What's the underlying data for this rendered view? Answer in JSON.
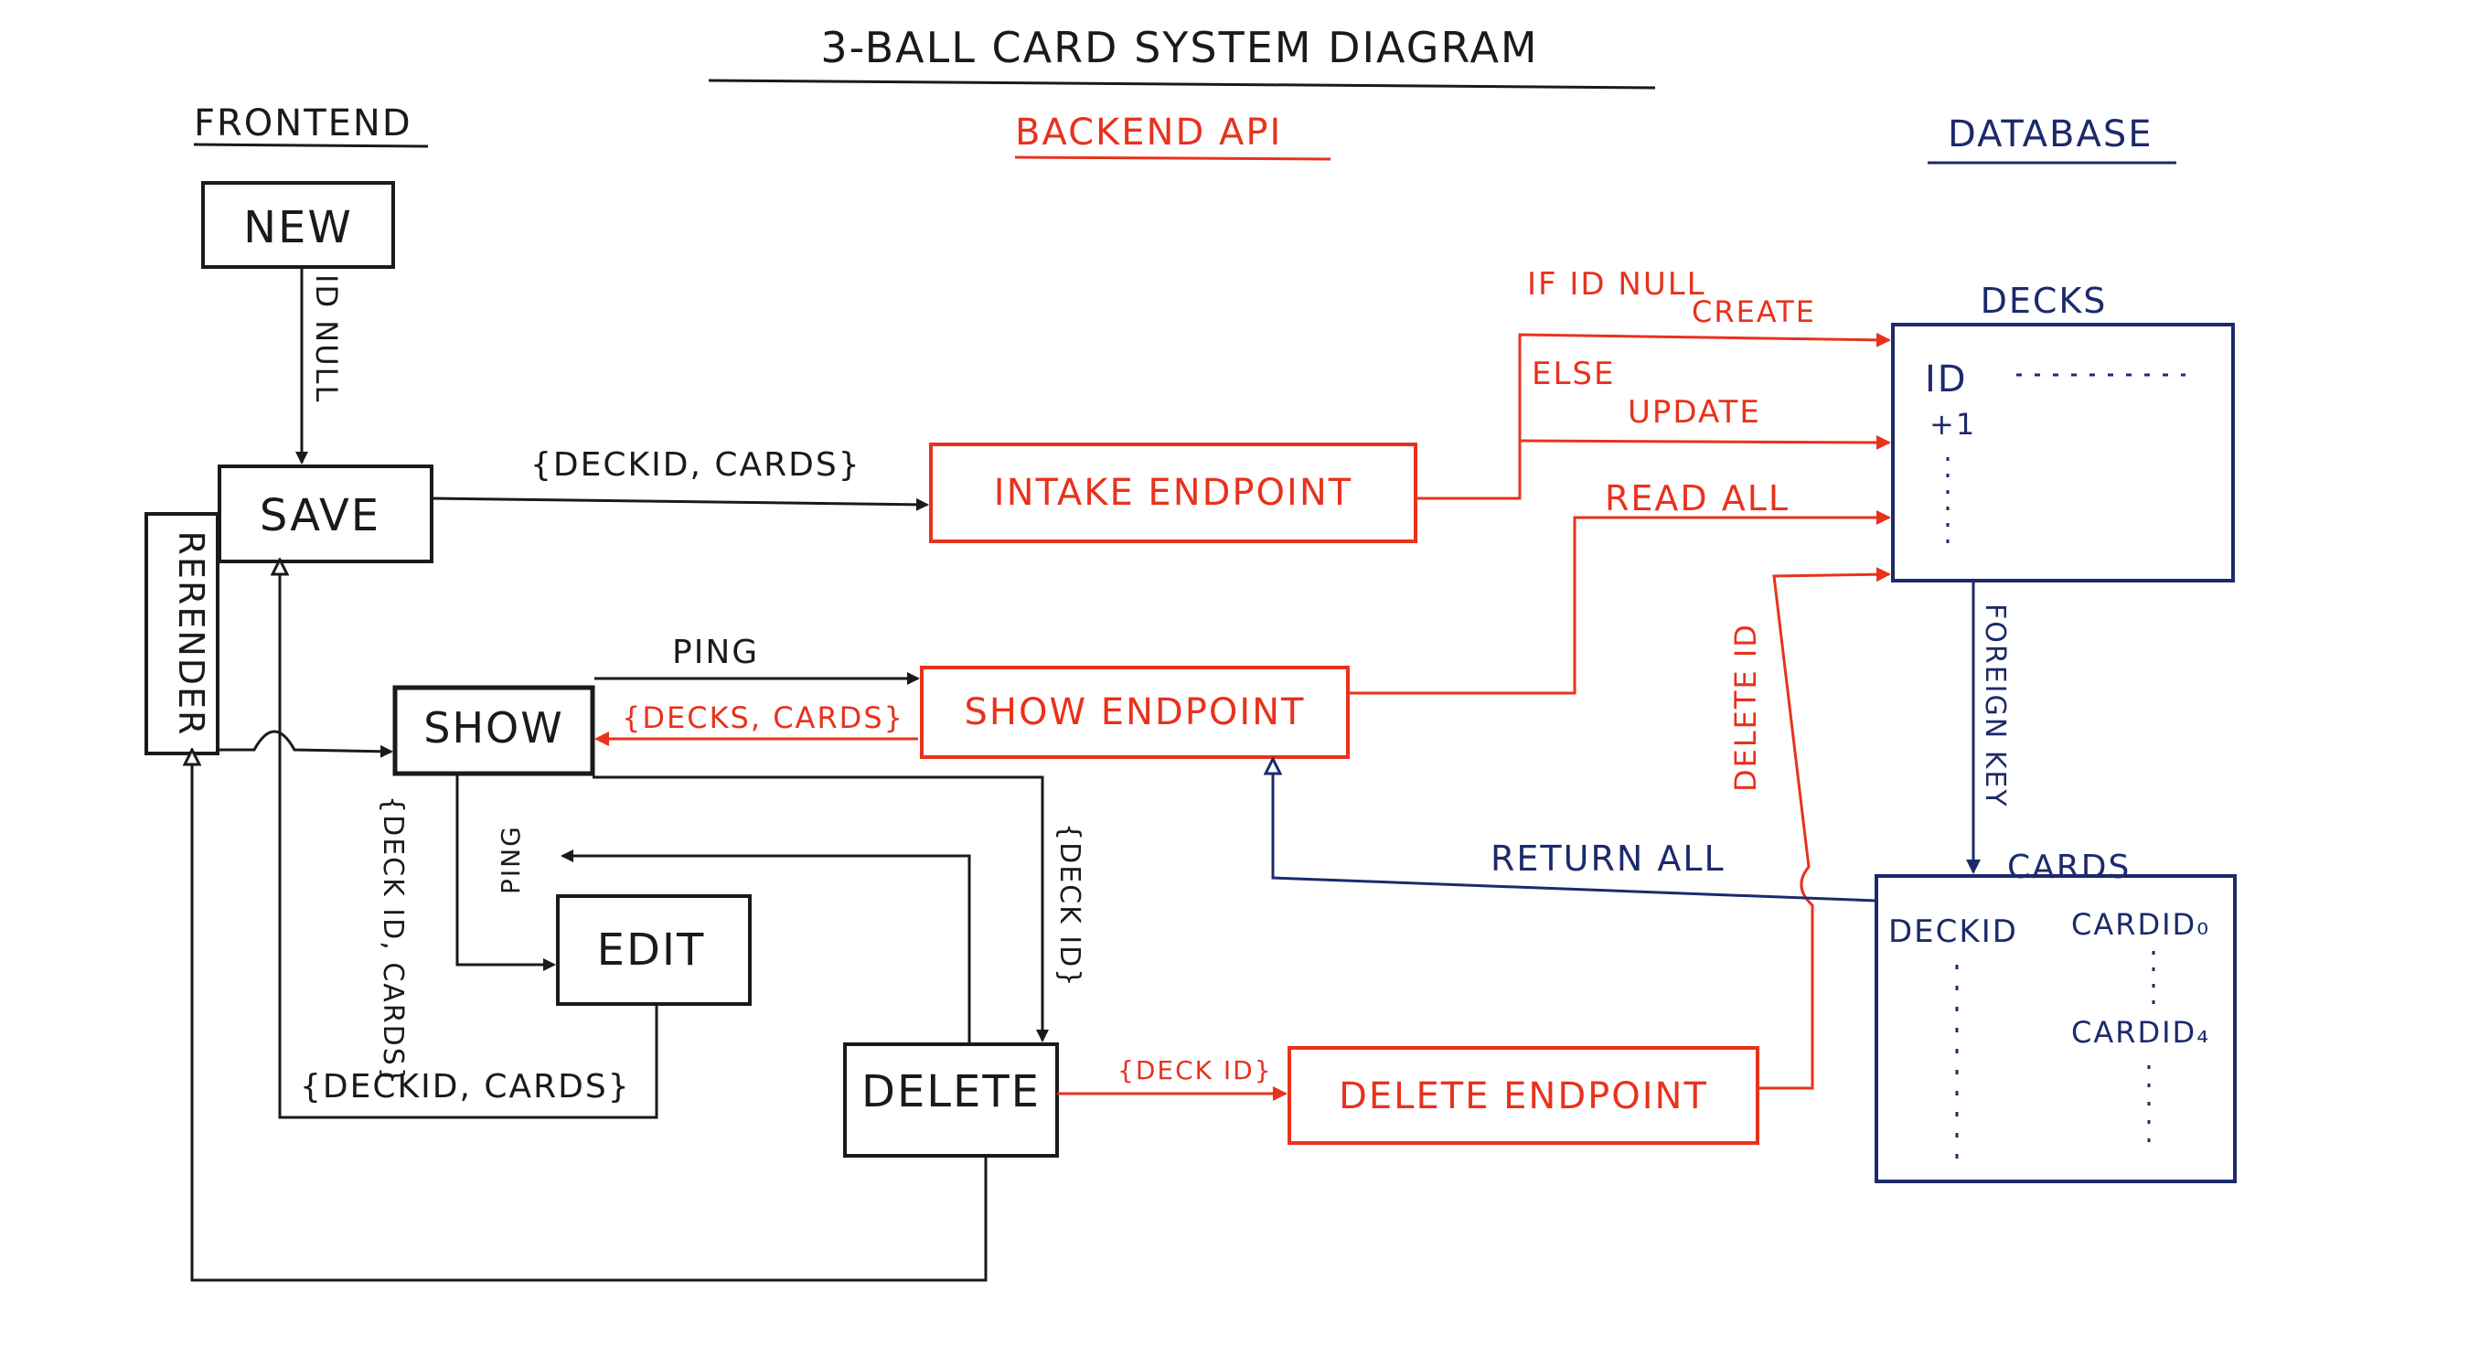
{
  "title": "3-BALL CARD SYSTEM DIAGRAM",
  "sections": {
    "frontend": "FRONTEND",
    "backend": "BACKEND API",
    "database": "DATABASE"
  },
  "frontend": {
    "new": "NEW",
    "save": "SAVE",
    "show": "SHOW",
    "edit": "EDIT",
    "delete": "DELETE",
    "rerender": "RERENDER"
  },
  "backend": {
    "intake": "INTAKE ENDPOINT",
    "show": "SHOW ENDPOINT",
    "delete": "DELETE ENDPOINT"
  },
  "database": {
    "decks": "DECKS",
    "cards": "CARDS",
    "decks_id": "ID",
    "decks_plus1": "+1",
    "cards_col1": "DECKID",
    "cards_col2_top": "CARDID₀",
    "cards_col2_mid": "CARDID₄"
  },
  "labels": {
    "id_null": "ID NULL",
    "save_payload": "{DECKID, CARDS}",
    "if_id_null_1": "IF ID NULL",
    "if_id_null_2": "CREATE",
    "else_1": "ELSE",
    "else_2": "UPDATE",
    "read_all": "READ ALL",
    "ping_show": "PING",
    "show_payload": "{DECKS, CARDS}",
    "show_edit_payload": "{DECK ID, CARDS}",
    "ping_edit": "PING",
    "show_delete_payload": "{DECK ID}",
    "edit_save_payload": "{DECKID, CARDS}",
    "delete_payload": "{DECK ID}",
    "delete_id": "DELETE ID",
    "foreign_key": "FOREIGN KEY",
    "return_all": "RETURN ALL"
  },
  "colors": {
    "frontend": "#1a1a1a",
    "backend": "#e8321c",
    "database": "#1c2a6b"
  }
}
